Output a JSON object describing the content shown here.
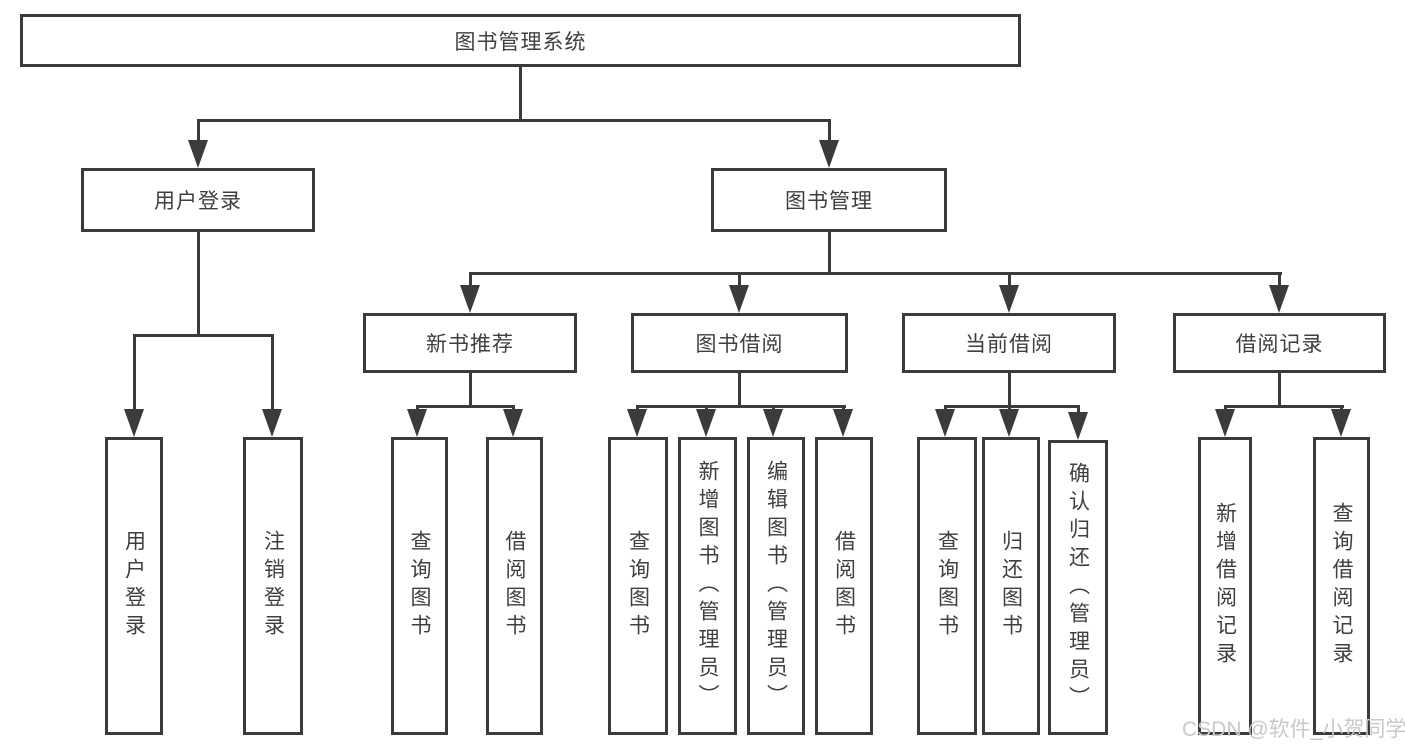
{
  "diagram": {
    "root_label": "图书管理系统",
    "level2": [
      {
        "label": "用户登录",
        "children": [
          "用户登录",
          "注销登录"
        ]
      },
      {
        "label": "图书管理"
      }
    ],
    "level3": [
      {
        "label": "新书推荐",
        "children": [
          "查询图书",
          "借阅图书"
        ]
      },
      {
        "label": "图书借阅",
        "children": [
          "查询图书",
          "新增图书（管理员）",
          "编辑图书（管理员）",
          "借阅图书"
        ]
      },
      {
        "label": "当前借阅",
        "children": [
          "查询图书",
          "归还图书",
          "确认归还（管理员）"
        ]
      },
      {
        "label": "借阅记录",
        "children": [
          "新增借阅记录",
          "查询借阅记录"
        ]
      }
    ]
  },
  "watermark": "CSDN @软件_小贺同学",
  "colors": {
    "line": "#3b3b3b",
    "text": "#3f3f3f",
    "watermark_text": "#c9c9c9",
    "background": "#ffffff"
  }
}
